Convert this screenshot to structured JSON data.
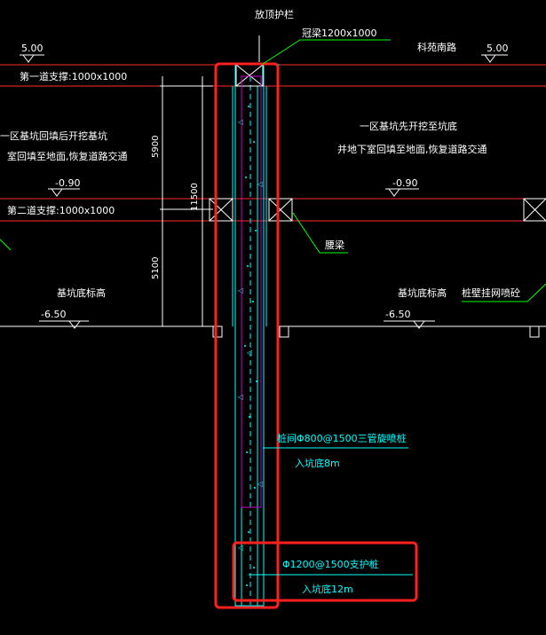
{
  "labels": {
    "top_rail": "放顶护栏",
    "crown_beam": "冠梁1200x1000",
    "road": "科苑南路",
    "elev_left_top": "5.00",
    "elev_right_top": "5.00",
    "first_support": "第一道支撑:1000x1000",
    "left_note_1": "一区基坑回填后开挖基坑",
    "left_note_2": "室回填至地面,恢复道路交通",
    "right_note_1": "一区基坑先开挖至坑底",
    "right_note_2": "并地下室回填至地面,恢复道路交通",
    "elev_left_mid": "-0.90",
    "elev_right_mid": "-0.90",
    "second_support": "第二道支撑:1000x1000",
    "waist_beam": "腰梁",
    "dim_upper": "5900",
    "dim_lower": "5100",
    "dim_total": "11500",
    "pit_bottom_left": "基坑底标高",
    "pit_bottom_right": "基坑底标高",
    "elev_left_bottom": "-6.50",
    "elev_right_bottom": "-6.50",
    "mesh_spray": "桩壁挂网喷砼",
    "jet_pile_1": "桩间Φ800@1500三管旋喷桩",
    "jet_pile_2": "入坑底8m",
    "support_pile_1": "Φ1200@1500支护桩",
    "support_pile_2": "入坑底12m"
  },
  "colors": {
    "structure": "#00ffff",
    "support_line": "#ff0000",
    "highlight": "#ff2020",
    "jet_pile": "#cc00cc",
    "leader": "#00ff00",
    "text": "#ffffff",
    "callout_line": "#00ffff"
  }
}
